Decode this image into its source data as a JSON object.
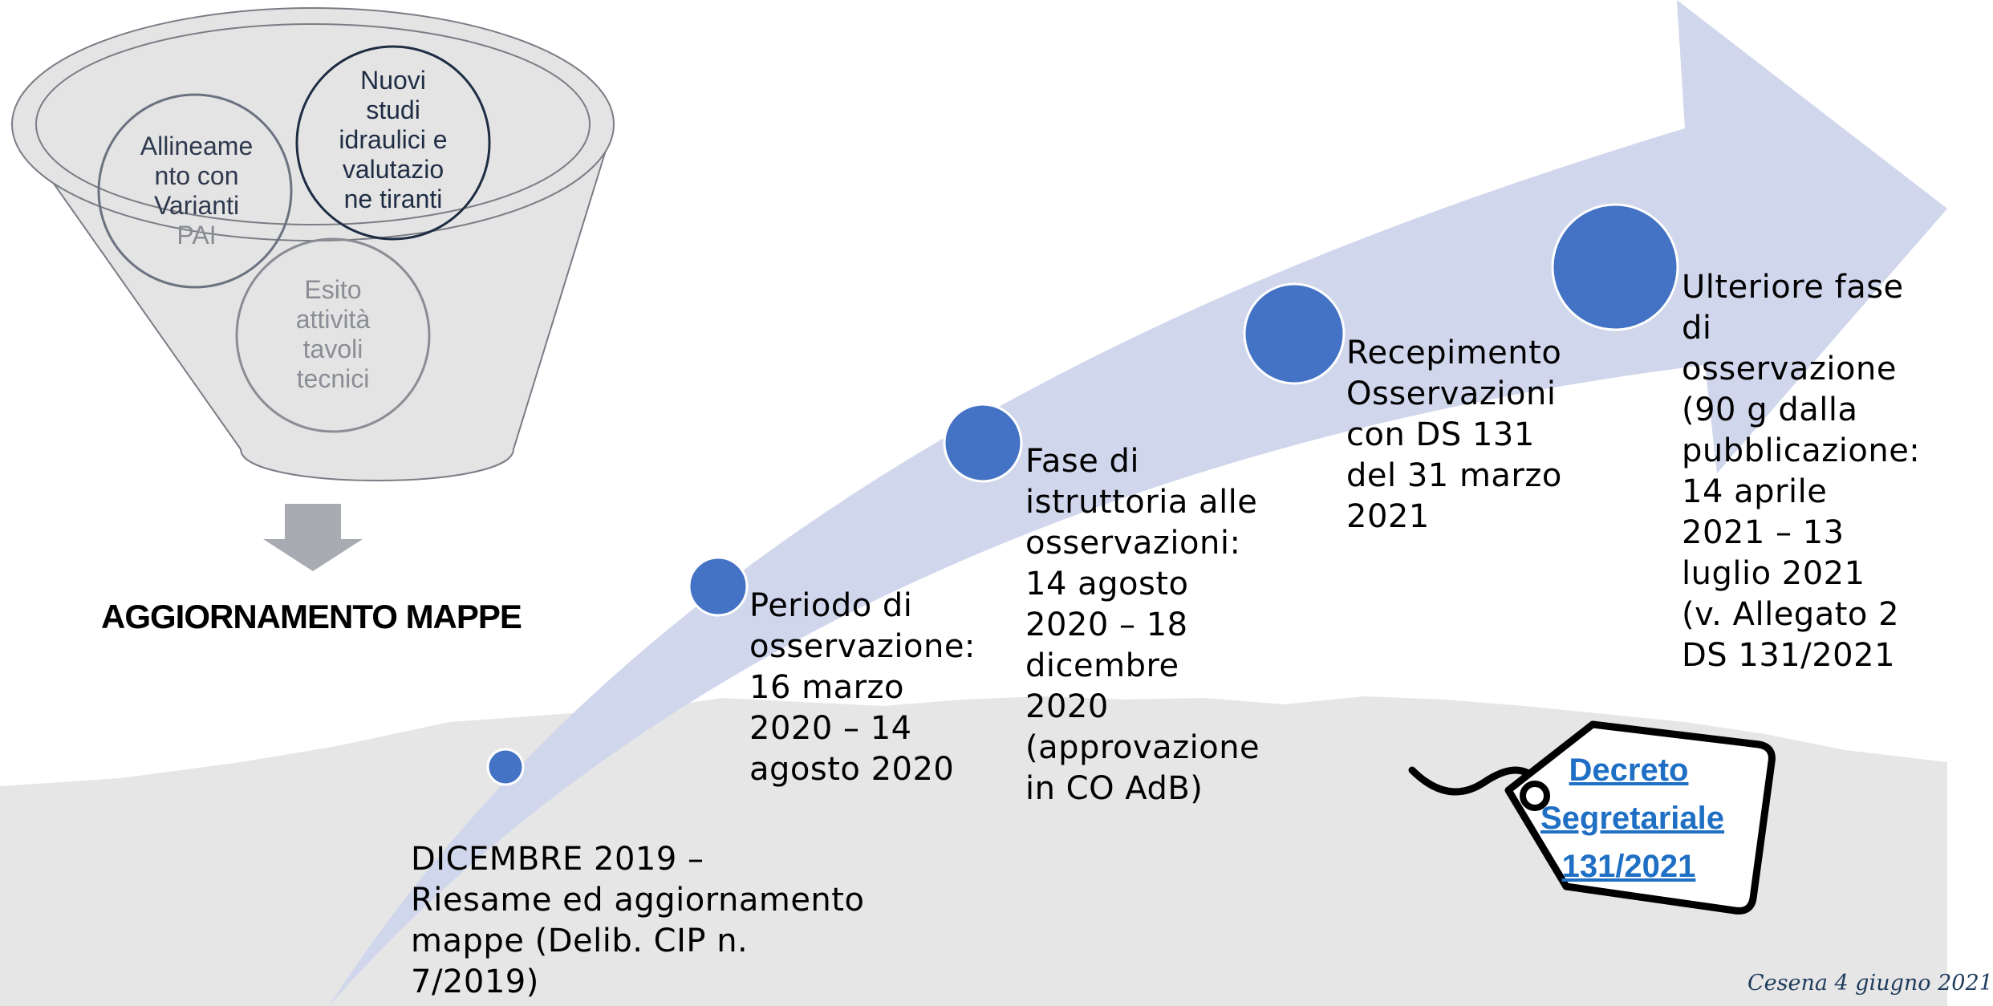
{
  "funnel": {
    "circles": [
      "Allineamento con Varianti PAI",
      "Nuovi studi idraulici e valutazione tiranti",
      "Esito attività tavoli tecnici"
    ],
    "circle_lines": [
      [
        "Allineame",
        "nto con",
        "Varianti",
        "PAI"
      ],
      [
        "Nuovi",
        "studi",
        "idraulici e",
        "valutazio",
        "ne tiranti"
      ],
      [
        "Esito",
        "attività",
        "tavoli",
        "tecnici"
      ]
    ],
    "output_label": "AGGIORNAMENTO MAPPE"
  },
  "timeline": {
    "milestones": [
      {
        "lines": [
          "DICEMBRE 2019 –",
          "Riesame ed aggiornamento",
          "mappe (Delib. CIP n.",
          "7/2019)"
        ]
      },
      {
        "lines": [
          "Periodo di",
          "osservazione:",
          "16 marzo",
          "2020 – 14",
          "agosto 2020"
        ]
      },
      {
        "lines": [
          "Fase di",
          "istruttoria alle",
          "osservazioni:",
          "14 agosto",
          "2020 – 18",
          "dicembre",
          "2020",
          "(approvazione",
          "in CO AdB)"
        ]
      },
      {
        "lines": [
          "Recepimento",
          "Osservazioni",
          "con DS 131",
          "del 31 marzo",
          "2021"
        ]
      },
      {
        "lines": [
          "Ulteriore fase",
          "di",
          "osservazione",
          "(90 g dalla",
          "pubblicazione:",
          "14 aprile",
          "2021 – 13",
          "luglio 2021",
          "(v. Allegato 2",
          "DS 131/2021"
        ]
      }
    ]
  },
  "tag": {
    "lines": [
      "Decreto",
      "Segretariale",
      "131/2021"
    ]
  },
  "footer": "Cesena 4 giugno 2021",
  "colors": {
    "arrow": "#d0d6ec",
    "dot": "#4472c4",
    "ground": "#e6e6e6",
    "funnel_fill": "#e4e4e4",
    "link": "#1f6fc4"
  }
}
